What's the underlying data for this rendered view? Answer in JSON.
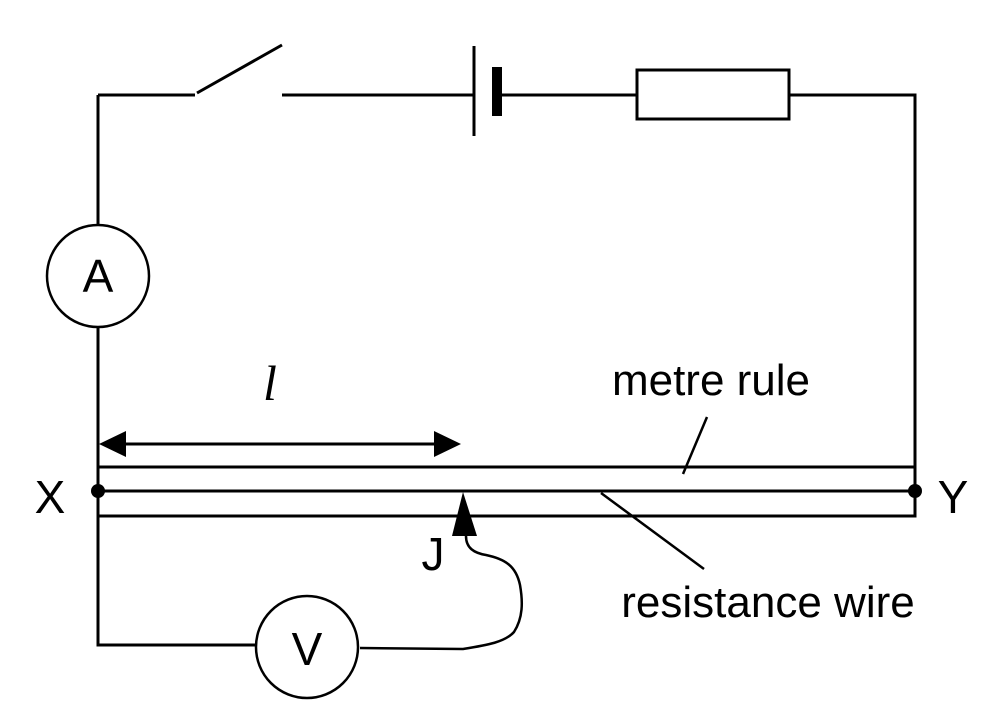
{
  "diagram": {
    "type": "circuit",
    "description": "Circuit to measure resistance of a wire using a metre rule, jockey J, ammeter and voltmeter",
    "components": {
      "ammeter": {
        "symbol": "A"
      },
      "voltmeter": {
        "symbol": "V"
      },
      "switch": {
        "state": "open"
      },
      "cell": {
        "count": 1
      },
      "resistor": {
        "type": "fixed"
      }
    },
    "labels": {
      "length": "l",
      "end_x": "X",
      "end_y": "Y",
      "jockey": "J",
      "metre_rule": "metre rule",
      "resistance_wire": "resistance wire"
    }
  }
}
